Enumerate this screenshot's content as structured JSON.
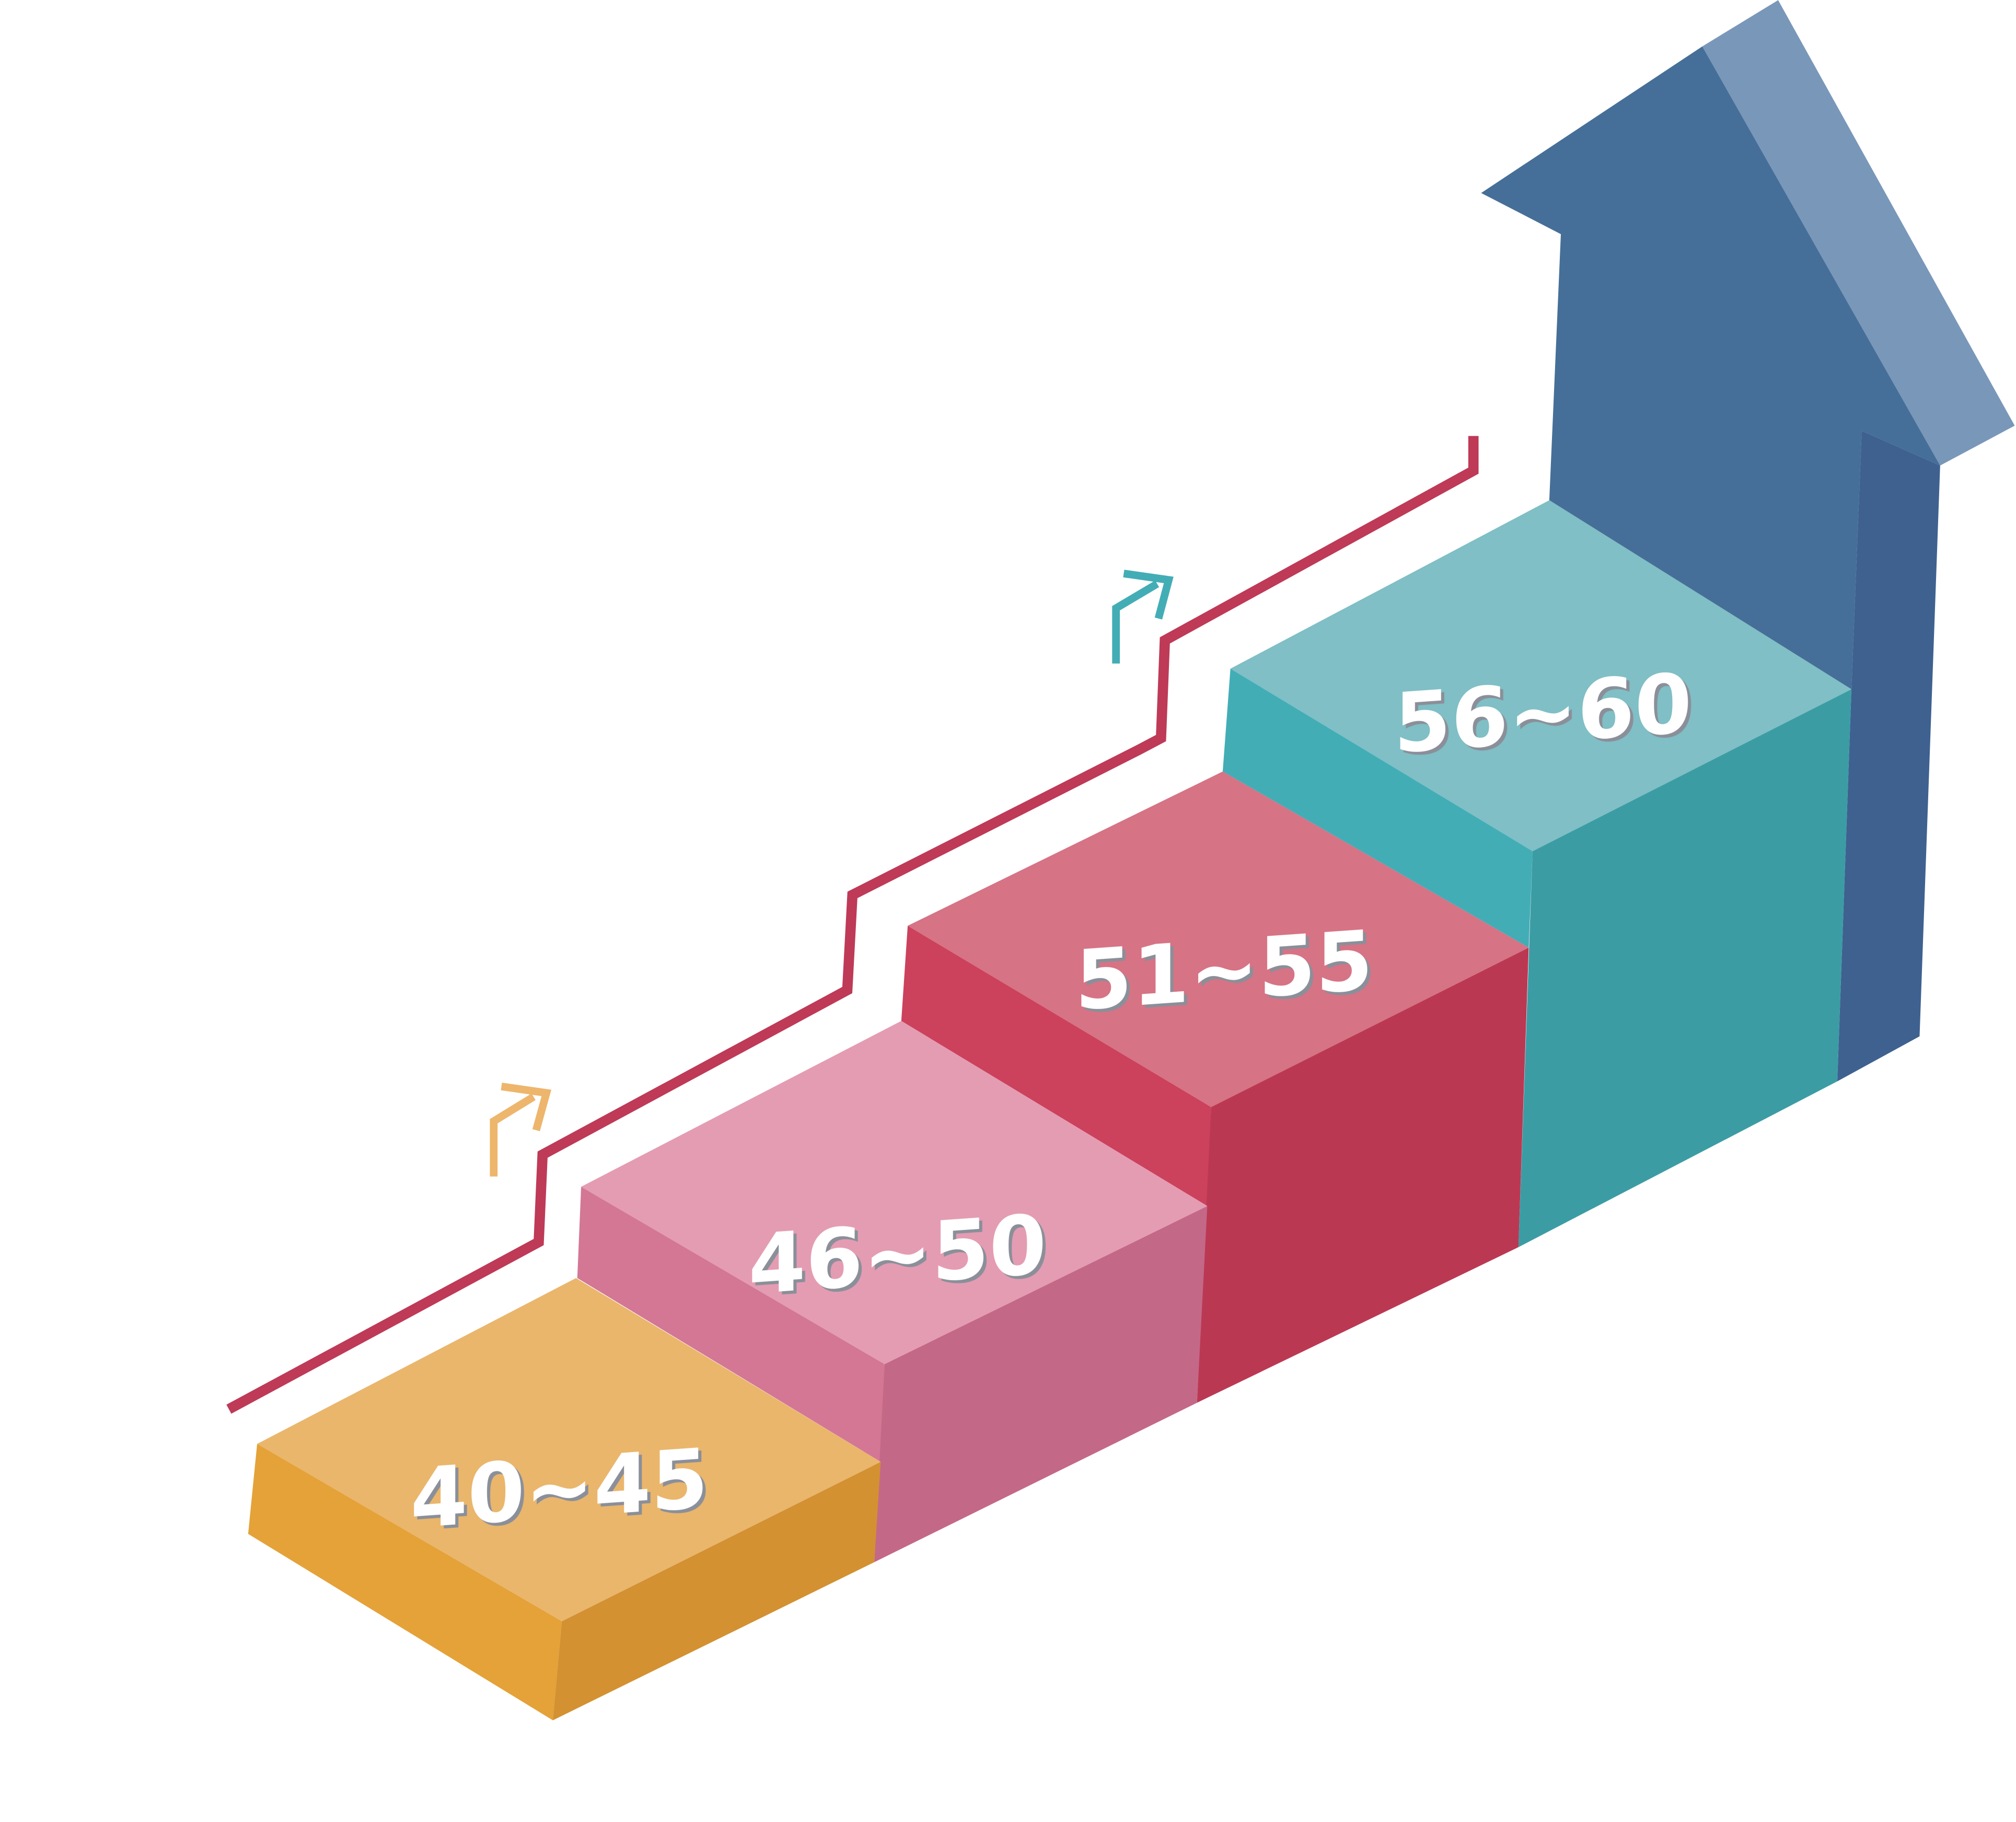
{
  "steps": [
    {
      "label": "40~45",
      "colors": {
        "top": "#EAB66C",
        "left": "#E4A238",
        "right": "#D39132"
      }
    },
    {
      "label": "46~50",
      "colors": {
        "top": "#E49CB2",
        "left": "#D37795",
        "right": "#C46888"
      }
    },
    {
      "label": "51~55",
      "colors": {
        "top": "#D67385",
        "left": "#CC415C",
        "right": "#BB3853"
      }
    },
    {
      "label": "56~60",
      "colors": {
        "top": "#7FBFC5",
        "left": "#43ADB6",
        "right": "#3C9CA4"
      }
    }
  ],
  "arrow_colors": {
    "front": "#456F98",
    "side": "#7997B9",
    "dark": "#3E6190"
  },
  "line_color": "#BE3A57",
  "small_arrow_colors": [
    "#EDB66C",
    "#43ADB6"
  ]
}
